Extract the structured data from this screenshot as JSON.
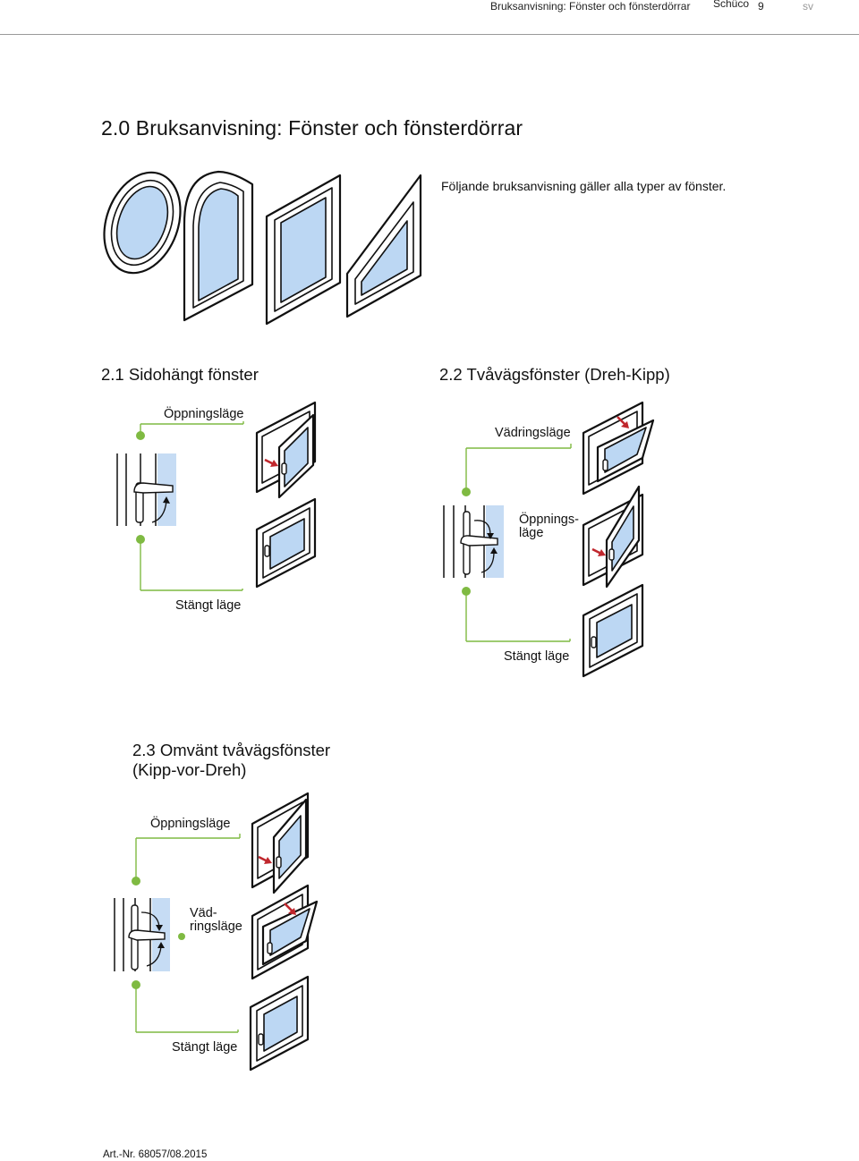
{
  "header": {
    "title": "Bruksanvisning: Fönster och fönsterdörrar",
    "brand": "Schüco",
    "page_number": "9",
    "language": "sv"
  },
  "section_2_0": {
    "heading": "2.0 Bruksanvisning: Fönster och fönsterdörrar",
    "intro": "Följande bruksanvisning gäller alla typer av fönster."
  },
  "section_2_1": {
    "heading": "2.1 Sidohängt fönster",
    "open_label": "Öppningsläge",
    "closed_label": "Stängt läge"
  },
  "section_2_2": {
    "heading": "2.2 Tvåvägsfönster (Dreh-Kipp)",
    "tilt_label": "Vädringsläge",
    "open_label": "Öppnings-\nläge",
    "closed_label": "Stängt läge"
  },
  "section_2_3": {
    "heading": "2.3 Omvänt tvåvägsfönster\n(Kipp-vor-Dreh)",
    "open_label": "Öppningsläge",
    "tilt_label": "Väd-\nringsläge",
    "closed_label": "Stängt läge"
  },
  "footer": {
    "article": "Art.-Nr. 68057/08.2015"
  },
  "colors": {
    "glass": "#bcd7f3",
    "leader": "#7fba42",
    "arrow": "#c0272d"
  }
}
